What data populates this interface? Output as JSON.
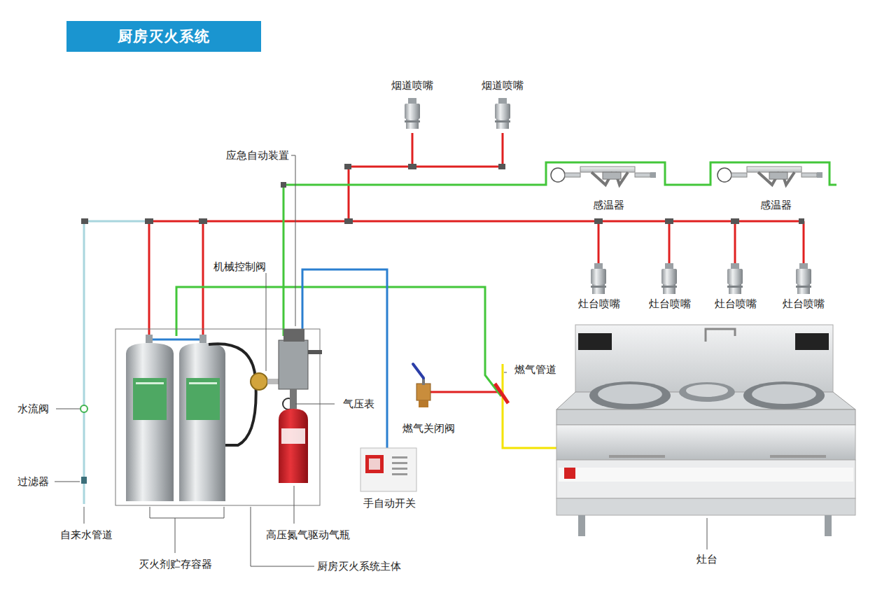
{
  "diagram": {
    "title": "厨房灭火系统",
    "labels": [
      "烟道喷嘴",
      "烟道喷嘴",
      "应急自动装置",
      "感温器",
      "感温器",
      "机械控制阀",
      "灶台喷嘴",
      "灶台喷嘴",
      "灶台喷嘴",
      "灶台喷嘴",
      "燃气管道",
      "气压表",
      "水流阀",
      "燃气关闭阀",
      "过滤器",
      "手自动开关",
      "自来水管道",
      "高压氮气驱动气瓶",
      "灭火剂贮存容器",
      "灶台",
      "厨房灭火系统主体"
    ]
  }
}
